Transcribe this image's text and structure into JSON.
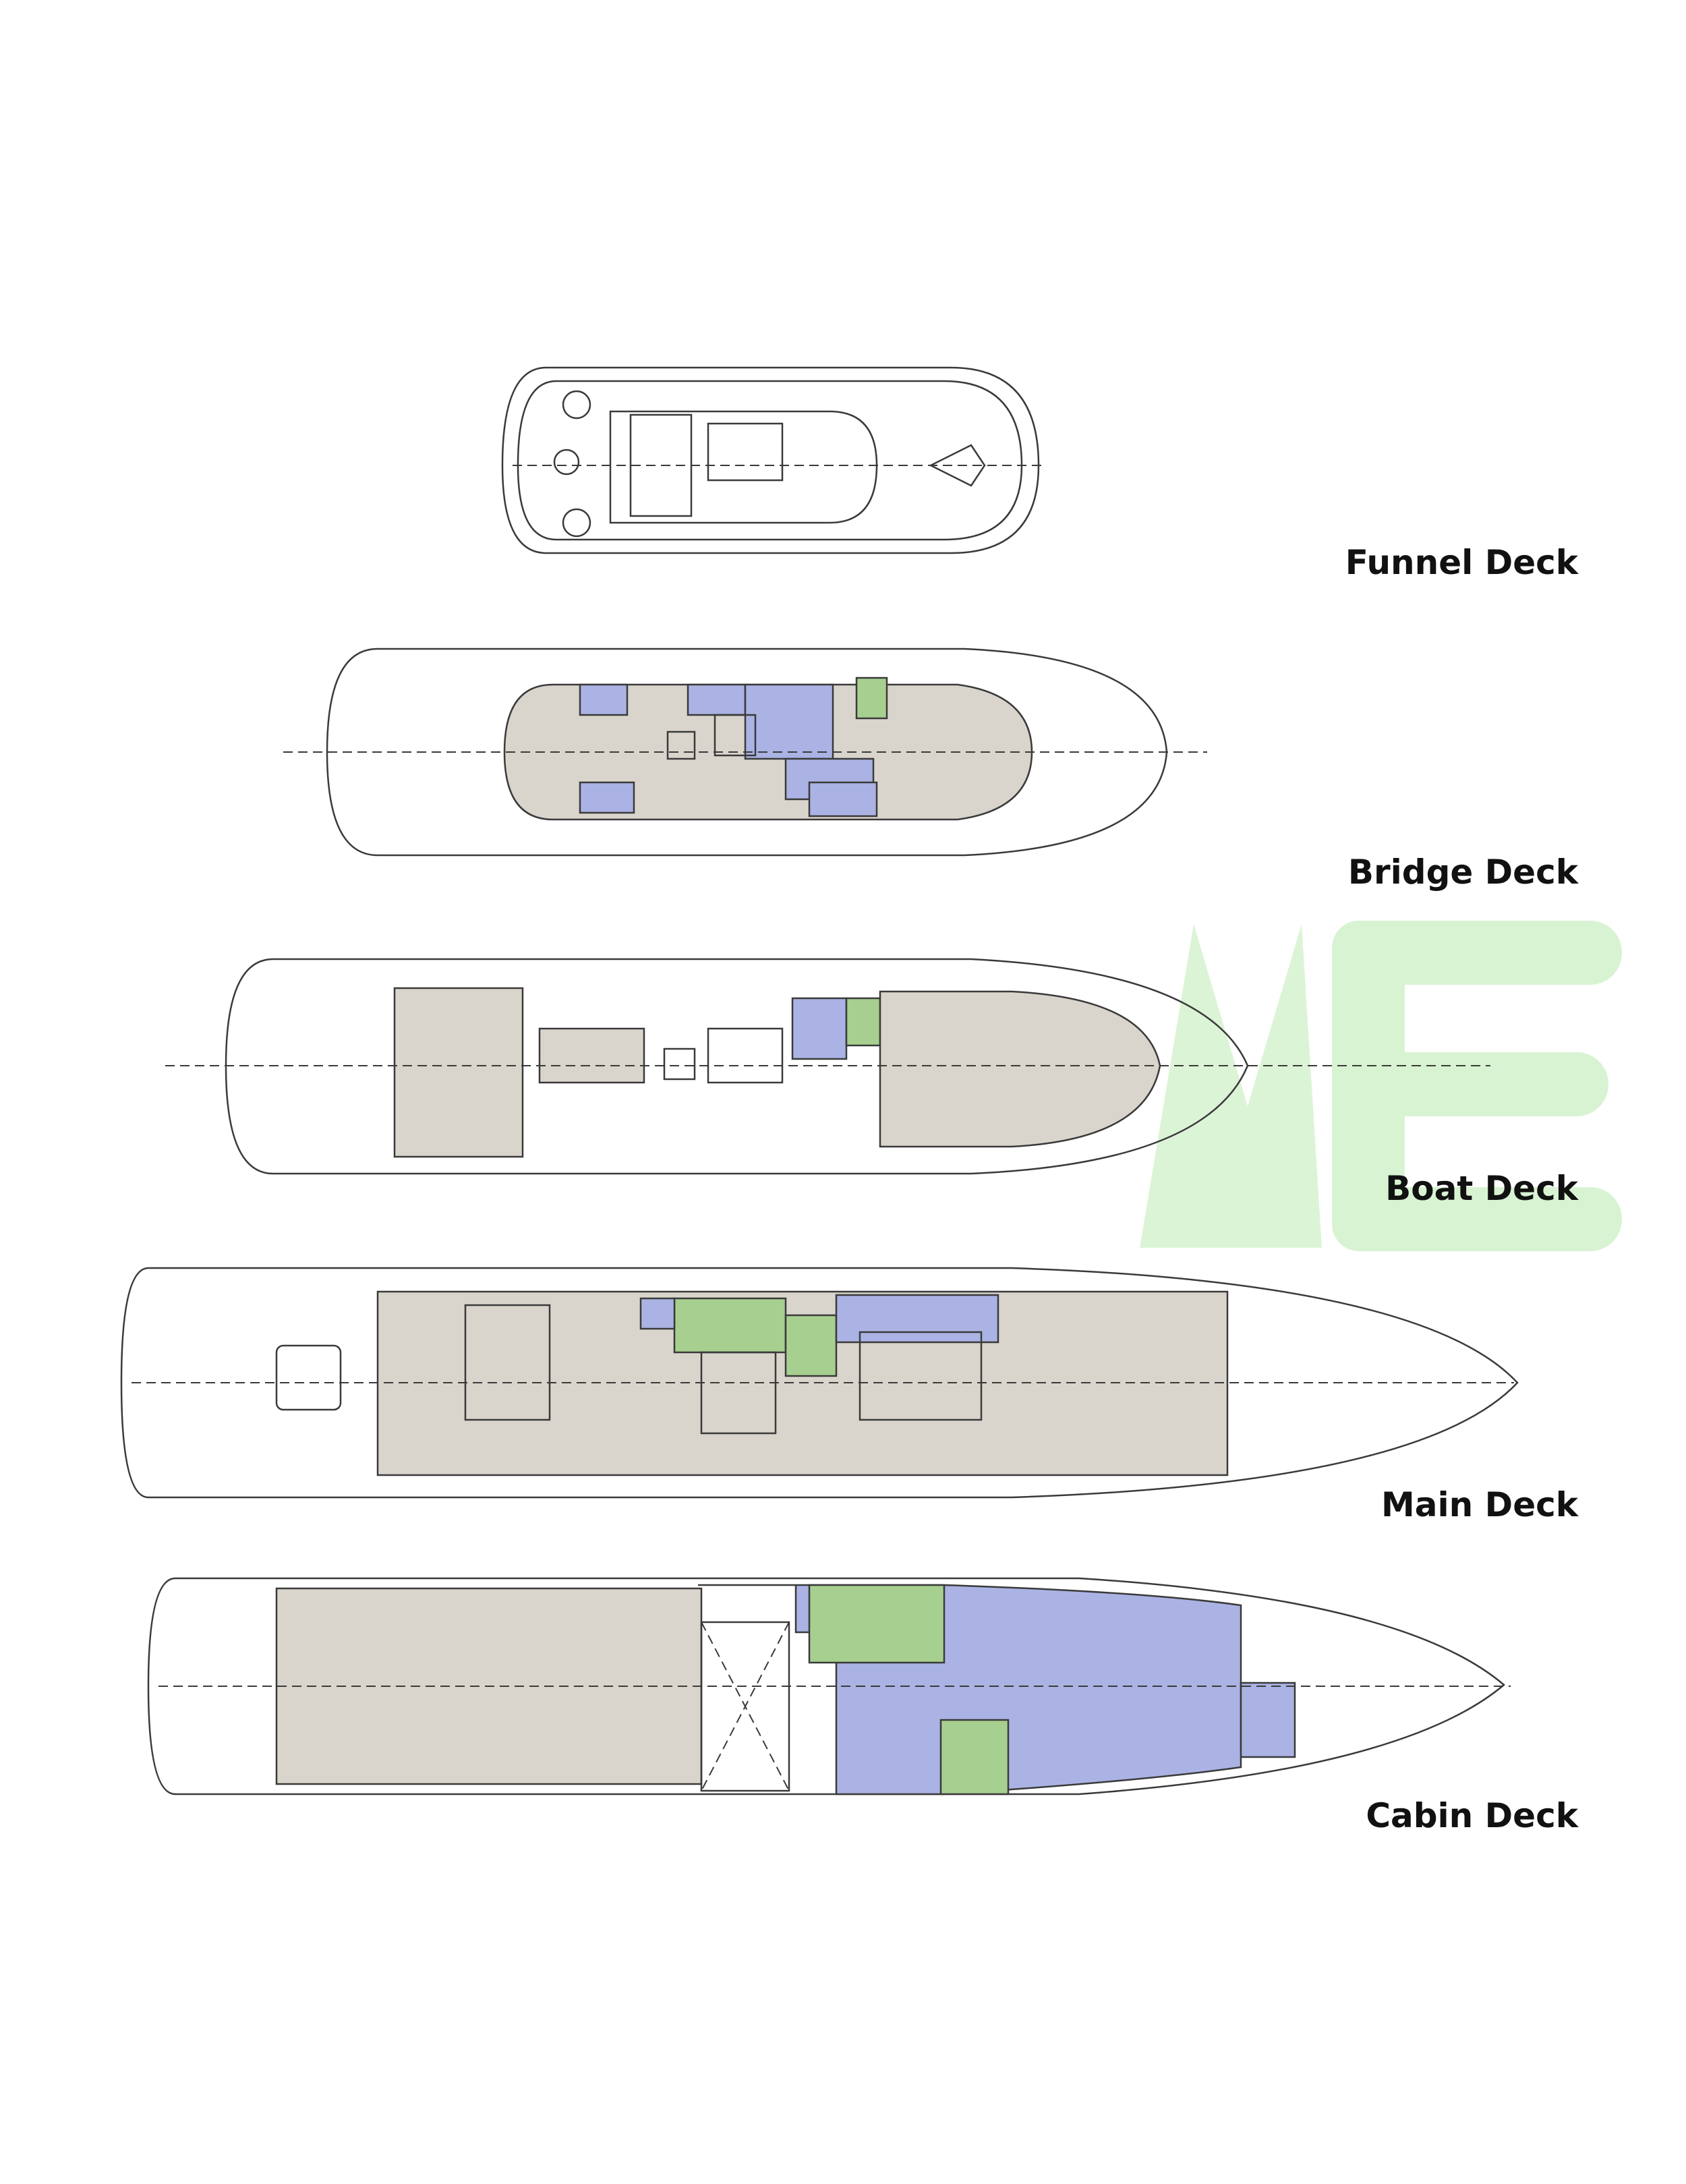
{
  "decks": [
    {
      "id": "funnel",
      "label": "Funnel Deck"
    },
    {
      "id": "bridge",
      "label": "Bridge Deck"
    },
    {
      "id": "boat",
      "label": "Boat Deck"
    },
    {
      "id": "main",
      "label": "Main Deck"
    },
    {
      "id": "cabin",
      "label": "Cabin Deck"
    }
  ],
  "zone_colors": {
    "guest": "#d9d5cc",
    "crew": "#aab3e3",
    "service": "#a7cf8f",
    "outline": "#3a3a3a",
    "watermark": "#d8f3d2"
  }
}
